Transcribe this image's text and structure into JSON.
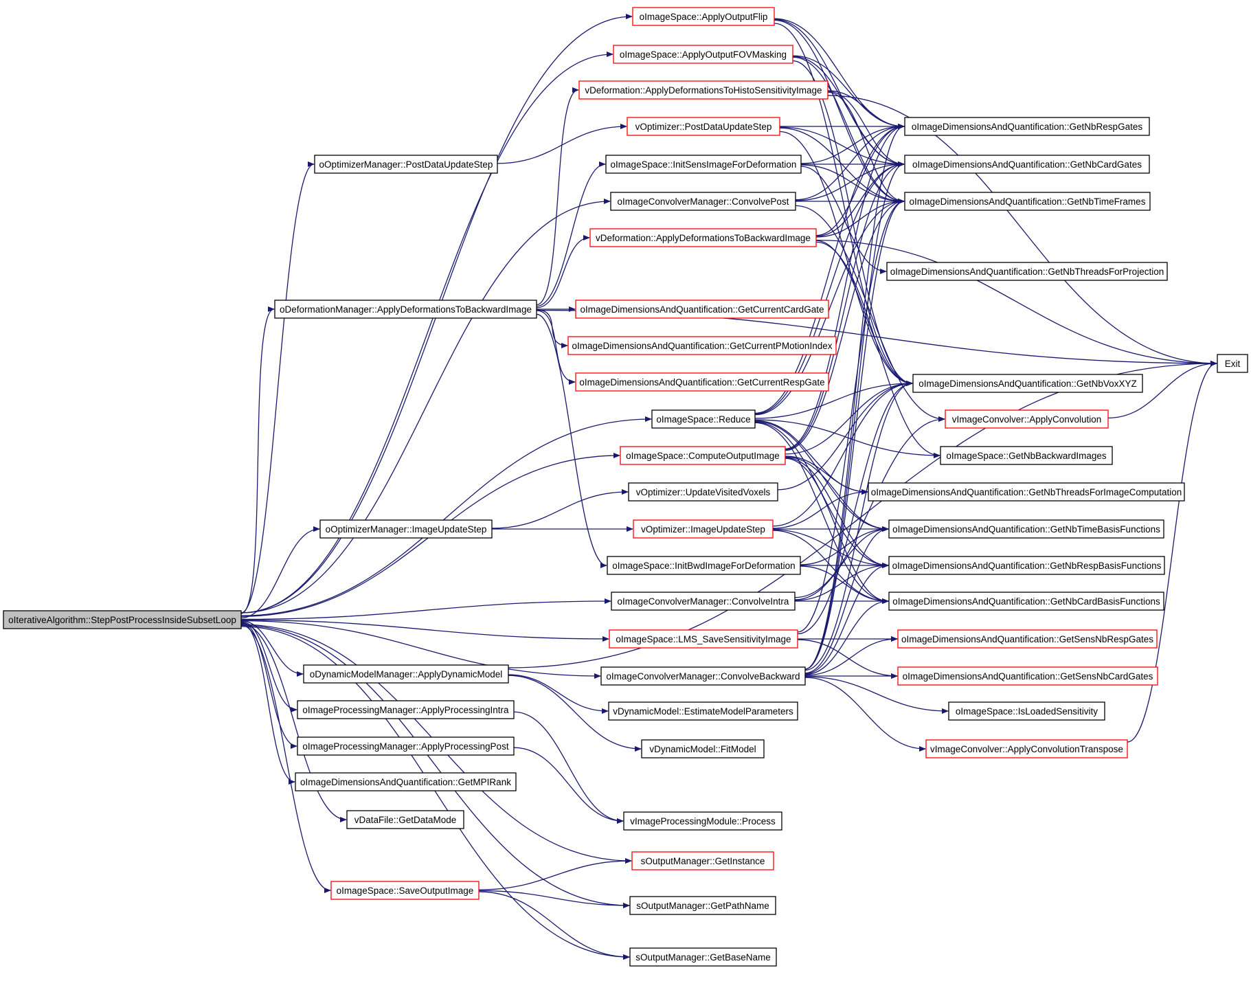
{
  "colors": {
    "edge": "#191970",
    "node_border_normal": "#000000",
    "node_border_truncated": "#ff0000",
    "root_fill": "#bfbfbf",
    "node_fill": "#ffffff"
  },
  "nodes": [
    {
      "id": "root",
      "label": "oIterativeAlgorithm::StepPostProcessInsideSubsetLoop",
      "style": "root"
    },
    {
      "id": "applyOutputFlip",
      "label": "oImageSpace::ApplyOutputFlip",
      "style": "truncated"
    },
    {
      "id": "applyOutputFOVMasking",
      "label": "oImageSpace::ApplyOutputFOVMasking",
      "style": "truncated"
    },
    {
      "id": "applyDefToHisto",
      "label": "vDeformation::ApplyDeformationsToHistoSensitivityImage",
      "style": "truncated"
    },
    {
      "id": "voptPostData",
      "label": "vOptimizer::PostDataUpdateStep",
      "style": "truncated"
    },
    {
      "id": "ooptPostData",
      "label": "oOptimizerManager::PostDataUpdateStep",
      "style": "normal"
    },
    {
      "id": "initSens",
      "label": "oImageSpace::InitSensImageForDeformation",
      "style": "normal"
    },
    {
      "id": "convolvePost",
      "label": "oImageConvolverManager::ConvolvePost",
      "style": "normal"
    },
    {
      "id": "applyDefToBwdV",
      "label": "vDeformation::ApplyDeformationsToBackwardImage",
      "style": "truncated"
    },
    {
      "id": "oDefMgr",
      "label": "oDeformationManager::ApplyDeformationsToBackwardImage",
      "style": "normal"
    },
    {
      "id": "getCurCardGate",
      "label": "oImageDimensionsAndQuantification::GetCurrentCardGate",
      "style": "truncated"
    },
    {
      "id": "getCurPMotion",
      "label": "oImageDimensionsAndQuantification::GetCurrentPMotionIndex",
      "style": "truncated"
    },
    {
      "id": "getCurRespGate",
      "label": "oImageDimensionsAndQuantification::GetCurrentRespGate",
      "style": "truncated"
    },
    {
      "id": "reduce",
      "label": "oImageSpace::Reduce",
      "style": "normal"
    },
    {
      "id": "computeOutput",
      "label": "oImageSpace::ComputeOutputImage",
      "style": "truncated"
    },
    {
      "id": "updateVisited",
      "label": "vOptimizer::UpdateVisitedVoxels",
      "style": "normal"
    },
    {
      "id": "ooptImageUpdate",
      "label": "oOptimizerManager::ImageUpdateStep",
      "style": "normal"
    },
    {
      "id": "voptImageUpdate",
      "label": "vOptimizer::ImageUpdateStep",
      "style": "truncated"
    },
    {
      "id": "initBwd",
      "label": "oImageSpace::InitBwdImageForDeformation",
      "style": "normal"
    },
    {
      "id": "convolveIntra",
      "label": "oImageConvolverManager::ConvolveIntra",
      "style": "normal"
    },
    {
      "id": "lmsSave",
      "label": "oImageSpace::LMS_SaveSensitivityImage",
      "style": "truncated"
    },
    {
      "id": "convolveBackward",
      "label": "oImageConvolverManager::ConvolveBackward",
      "style": "normal"
    },
    {
      "id": "dynModel",
      "label": "oDynamicModelManager::ApplyDynamicModel",
      "style": "normal"
    },
    {
      "id": "estimateModel",
      "label": "vDynamicModel::EstimateModelParameters",
      "style": "normal"
    },
    {
      "id": "procIntra",
      "label": "oImageProcessingManager::ApplyProcessingIntra",
      "style": "normal"
    },
    {
      "id": "fitModel",
      "label": "vDynamicModel::FitModel",
      "style": "normal"
    },
    {
      "id": "procPost",
      "label": "oImageProcessingManager::ApplyProcessingPost",
      "style": "normal"
    },
    {
      "id": "getMPIRank",
      "label": "oImageDimensionsAndQuantification::GetMPIRank",
      "style": "normal"
    },
    {
      "id": "getDataMode",
      "label": "vDataFile::GetDataMode",
      "style": "normal"
    },
    {
      "id": "process",
      "label": "vImageProcessingModule::Process",
      "style": "normal"
    },
    {
      "id": "getInstance",
      "label": "sOutputManager::GetInstance",
      "style": "truncated"
    },
    {
      "id": "saveOutput",
      "label": "oImageSpace::SaveOutputImage",
      "style": "truncated"
    },
    {
      "id": "getPathName",
      "label": "sOutputManager::GetPathName",
      "style": "normal"
    },
    {
      "id": "getBaseName",
      "label": "sOutputManager::GetBaseName",
      "style": "normal"
    },
    {
      "id": "getNbRespGates",
      "label": "oImageDimensionsAndQuantification::GetNbRespGates",
      "style": "normal"
    },
    {
      "id": "getNbCardGates",
      "label": "oImageDimensionsAndQuantification::GetNbCardGates",
      "style": "normal"
    },
    {
      "id": "getNbTimeFrames",
      "label": "oImageDimensionsAndQuantification::GetNbTimeFrames",
      "style": "normal"
    },
    {
      "id": "getNbThreadsProj",
      "label": "oImageDimensionsAndQuantification::GetNbThreadsForProjection",
      "style": "normal"
    },
    {
      "id": "getNbVoxXYZ",
      "label": "oImageDimensionsAndQuantification::GetNbVoxXYZ",
      "style": "normal"
    },
    {
      "id": "applyConvolution",
      "label": "vImageConvolver::ApplyConvolution",
      "style": "truncated"
    },
    {
      "id": "getNbBackward",
      "label": "oImageSpace::GetNbBackwardImages",
      "style": "normal"
    },
    {
      "id": "getNbThreadsImg",
      "label": "oImageDimensionsAndQuantification::GetNbThreadsForImageComputation",
      "style": "normal"
    },
    {
      "id": "getNbTimeBasis",
      "label": "oImageDimensionsAndQuantification::GetNbTimeBasisFunctions",
      "style": "normal"
    },
    {
      "id": "getNbRespBasis",
      "label": "oImageDimensionsAndQuantification::GetNbRespBasisFunctions",
      "style": "normal"
    },
    {
      "id": "getNbCardBasis",
      "label": "oImageDimensionsAndQuantification::GetNbCardBasisFunctions",
      "style": "normal"
    },
    {
      "id": "getSensNbResp",
      "label": "oImageDimensionsAndQuantification::GetSensNbRespGates",
      "style": "truncated"
    },
    {
      "id": "getSensNbCard",
      "label": "oImageDimensionsAndQuantification::GetSensNbCardGates",
      "style": "truncated"
    },
    {
      "id": "isLoadedSens",
      "label": "oImageSpace::IsLoadedSensitivity",
      "style": "normal"
    },
    {
      "id": "applyConvTranspose",
      "label": "vImageConvolver::ApplyConvolutionTranspose",
      "style": "truncated"
    },
    {
      "id": "exit",
      "label": "Exit",
      "style": "normal"
    }
  ],
  "edges": [
    [
      "root",
      "applyOutputFlip"
    ],
    [
      "root",
      "applyOutputFOVMasking"
    ],
    [
      "root",
      "ooptPostData"
    ],
    [
      "root",
      "convolvePost"
    ],
    [
      "root",
      "oDefMgr"
    ],
    [
      "root",
      "reduce"
    ],
    [
      "root",
      "computeOutput"
    ],
    [
      "root",
      "ooptImageUpdate"
    ],
    [
      "root",
      "convolveIntra"
    ],
    [
      "root",
      "lmsSave"
    ],
    [
      "root",
      "convolveBackward"
    ],
    [
      "root",
      "dynModel"
    ],
    [
      "root",
      "procIntra"
    ],
    [
      "root",
      "procPost"
    ],
    [
      "root",
      "getMPIRank"
    ],
    [
      "root",
      "getDataMode"
    ],
    [
      "root",
      "getInstance"
    ],
    [
      "root",
      "saveOutput"
    ],
    [
      "root",
      "getPathName"
    ],
    [
      "root",
      "getBaseName"
    ],
    [
      "ooptPostData",
      "voptPostData"
    ],
    [
      "oDefMgr",
      "applyDefToHisto"
    ],
    [
      "oDefMgr",
      "initSens"
    ],
    [
      "oDefMgr",
      "applyDefToBwdV"
    ],
    [
      "oDefMgr",
      "getCurCardGate"
    ],
    [
      "oDefMgr",
      "getCurPMotion"
    ],
    [
      "oDefMgr",
      "getCurRespGate"
    ],
    [
      "oDefMgr",
      "initBwd"
    ],
    [
      "oDefMgr",
      "exit"
    ],
    [
      "ooptImageUpdate",
      "updateVisited"
    ],
    [
      "ooptImageUpdate",
      "voptImageUpdate"
    ],
    [
      "dynModel",
      "estimateModel"
    ],
    [
      "dynModel",
      "fitModel"
    ],
    [
      "dynModel",
      "exit"
    ],
    [
      "procIntra",
      "process"
    ],
    [
      "procPost",
      "process"
    ],
    [
      "saveOutput",
      "getInstance"
    ],
    [
      "saveOutput",
      "getPathName"
    ],
    [
      "saveOutput",
      "getBaseName"
    ],
    [
      "applyOutputFlip",
      "getNbRespGates"
    ],
    [
      "applyOutputFlip",
      "getNbCardGates"
    ],
    [
      "applyOutputFlip",
      "getNbTimeFrames"
    ],
    [
      "applyOutputFlip",
      "getNbVoxXYZ"
    ],
    [
      "applyOutputFOVMasking",
      "getNbRespGates"
    ],
    [
      "applyOutputFOVMasking",
      "getNbCardGates"
    ],
    [
      "applyOutputFOVMasking",
      "getNbTimeFrames"
    ],
    [
      "applyOutputFOVMasking",
      "getNbVoxXYZ"
    ],
    [
      "applyDefToHisto",
      "exit"
    ],
    [
      "applyDefToHisto",
      "getNbRespGates"
    ],
    [
      "applyDefToHisto",
      "getNbCardGates"
    ],
    [
      "applyDefToHisto",
      "getNbTimeFrames"
    ],
    [
      "voptPostData",
      "getNbRespGates"
    ],
    [
      "voptPostData",
      "getNbCardGates"
    ],
    [
      "voptPostData",
      "getNbTimeFrames"
    ],
    [
      "voptPostData",
      "getNbVoxXYZ"
    ],
    [
      "initSens",
      "getNbRespGates"
    ],
    [
      "initSens",
      "getNbCardGates"
    ],
    [
      "initSens",
      "getNbTimeFrames"
    ],
    [
      "initSens",
      "getNbThreadsProj"
    ],
    [
      "convolvePost",
      "getNbRespGates"
    ],
    [
      "convolvePost",
      "getNbCardGates"
    ],
    [
      "convolvePost",
      "getNbTimeFrames"
    ],
    [
      "convolvePost",
      "applyConvolution"
    ],
    [
      "applyDefToBwdV",
      "exit"
    ],
    [
      "applyDefToBwdV",
      "getNbTimeFrames"
    ],
    [
      "applyDefToBwdV",
      "getNbRespGates"
    ],
    [
      "applyDefToBwdV",
      "getNbCardGates"
    ],
    [
      "applyDefToBwdV",
      "getNbVoxXYZ"
    ],
    [
      "applyDefToBwdV",
      "getNbBackward"
    ],
    [
      "reduce",
      "getNbRespGates"
    ],
    [
      "reduce",
      "getNbCardGates"
    ],
    [
      "reduce",
      "getNbTimeFrames"
    ],
    [
      "reduce",
      "getNbVoxXYZ"
    ],
    [
      "reduce",
      "getNbBackward"
    ],
    [
      "reduce",
      "getNbThreadsImg"
    ],
    [
      "reduce",
      "getNbTimeBasis"
    ],
    [
      "reduce",
      "getNbRespBasis"
    ],
    [
      "reduce",
      "getNbCardBasis"
    ],
    [
      "computeOutput",
      "getNbVoxXYZ"
    ],
    [
      "computeOutput",
      "getNbTimeFrames"
    ],
    [
      "computeOutput",
      "getNbCardGates"
    ],
    [
      "computeOutput",
      "getNbRespGates"
    ],
    [
      "computeOutput",
      "getNbTimeBasis"
    ],
    [
      "computeOutput",
      "getNbRespBasis"
    ],
    [
      "computeOutput",
      "getNbCardBasis"
    ],
    [
      "computeOutput",
      "getNbThreadsImg"
    ],
    [
      "updateVisited",
      "getNbVoxXYZ"
    ],
    [
      "voptImageUpdate",
      "getNbThreadsImg"
    ],
    [
      "voptImageUpdate",
      "getNbTimeBasis"
    ],
    [
      "voptImageUpdate",
      "getNbRespBasis"
    ],
    [
      "voptImageUpdate",
      "getNbCardBasis"
    ],
    [
      "voptImageUpdate",
      "getNbVoxXYZ"
    ],
    [
      "initBwd",
      "getNbTimeBasis"
    ],
    [
      "initBwd",
      "getNbRespBasis"
    ],
    [
      "initBwd",
      "getNbCardBasis"
    ],
    [
      "convolveIntra",
      "getNbTimeBasis"
    ],
    [
      "convolveIntra",
      "getNbRespBasis"
    ],
    [
      "convolveIntra",
      "getNbCardBasis"
    ],
    [
      "convolveIntra",
      "applyConvolution"
    ],
    [
      "lmsSave",
      "getNbVoxXYZ"
    ],
    [
      "lmsSave",
      "getNbTimeFrames"
    ],
    [
      "lmsSave",
      "getSensNbResp"
    ],
    [
      "lmsSave",
      "getSensNbCard"
    ],
    [
      "convolveBackward",
      "getNbTimeFrames"
    ],
    [
      "convolveBackward",
      "getNbCardGates"
    ],
    [
      "convolveBackward",
      "getNbRespGates"
    ],
    [
      "convolveBackward",
      "getNbVoxXYZ"
    ],
    [
      "convolveBackward",
      "getSensNbResp"
    ],
    [
      "convolveBackward",
      "getSensNbCard"
    ],
    [
      "convolveBackward",
      "isLoadedSens"
    ],
    [
      "convolveBackward",
      "applyConvTranspose"
    ],
    [
      "convolveBackward",
      "getNbTimeBasis"
    ],
    [
      "convolveBackward",
      "getNbRespBasis"
    ],
    [
      "convolveBackward",
      "getNbCardBasis"
    ],
    [
      "applyConvolution",
      "exit"
    ],
    [
      "applyConvTranspose",
      "exit"
    ]
  ]
}
